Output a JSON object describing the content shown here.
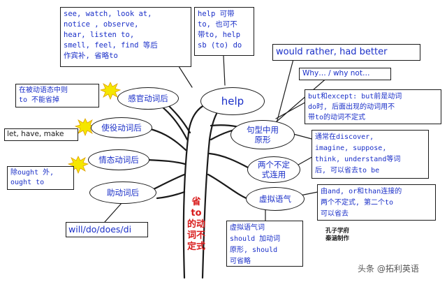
{
  "colors": {
    "text_blue": "#1a2fc8",
    "title_red": "#d81a1a",
    "trunk": "#1a1a1a",
    "starburst": "#f5e600"
  },
  "center": {
    "help_label": "help",
    "trunk_title_lines": [
      "省to",
      "的动",
      "词不",
      "定式"
    ]
  },
  "left": {
    "ganguan": "感官动词后",
    "shiyi": "使役动词后",
    "qinggan": "情态动词后",
    "zhudong": "助动词后",
    "modals": "will/do/does/di",
    "passive_note": "在被动语态中则\nto 不能省掉",
    "causative_note": "let, have, make",
    "ought_note": "除ought 外,\nought to"
  },
  "top": {
    "perception_verbs": "see, watch, look at,\nnotice , observe,\nhear, listen to,\nsmell, feel, find 等后\n作宾补, 省略to",
    "help_note": "help 可带\nto, 也可不\n带to, help\nsb (to) do"
  },
  "right": {
    "would_rather": "would rather, had better",
    "why_not": "Why… / why not…",
    "but_except": "but和except: but前是动词\ndo时, 后面出现的动词用不\n带to的动词不定式",
    "juxing": "句型中用\n原形",
    "discover_list": "通常在discover,\nimagine, suppose,\nthink, understand等词\n后, 可以省去to be",
    "liangge": "两个不定\n式连用",
    "and_or_than": "由and, or和than连接的\n两个不定式, 第二个to\n可以省去",
    "xuni": "虚拟语气",
    "subjunctive_note": "虚拟语气词\nshould 加动词\n原形, should\n可省略"
  },
  "footer": {
    "maker_lines": [
      "孔子学府",
      "秦涵制作"
    ],
    "watermark": "头条 @拓利英语"
  }
}
